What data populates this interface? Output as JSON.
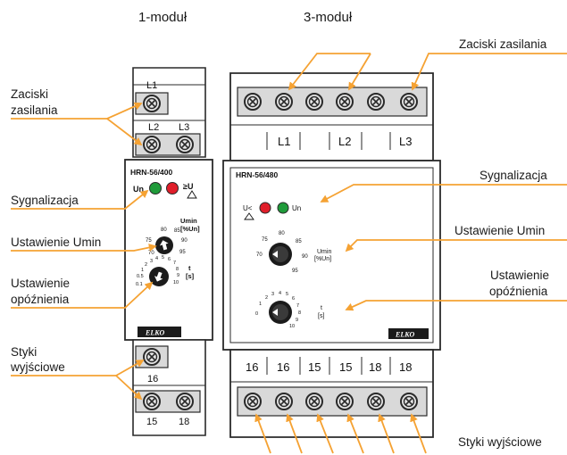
{
  "headings": {
    "module1": "1-moduł",
    "module3": "3-moduł"
  },
  "callouts": {
    "supply_left_1": "Zaciski",
    "supply_left_2": "zasilania",
    "signal_left": "Sygnalizacja",
    "umin_left": "Ustawienie Umin",
    "delay_left_1": "Ustawienie",
    "delay_left_2": "opóźnienia",
    "output_left_1": "Styki",
    "output_left_2": "wyjściowe",
    "supply_right": "Zaciski zasilania",
    "signal_right": "Sygnalizacja",
    "umin_right": "Ustawienie Umin",
    "delay_right_1": "Ustawienie",
    "delay_right_2": "opóźnienia",
    "output_right": "Styki wyjściowe"
  },
  "device1": {
    "model": "HRN-56/400",
    "terminal_top": "L1",
    "terminal_mid_1": "L2",
    "terminal_mid_2": "L3",
    "led_un": "Un",
    "led_u": "≥U",
    "umin_title_1": "Umin",
    "umin_title_2": "[%Un]",
    "umin_scale": [
      "75",
      "80",
      "85",
      "90",
      "95",
      "70"
    ],
    "delay_title_1": "t",
    "delay_title_2": "[s]",
    "delay_scale": [
      "2",
      "3",
      "4",
      "5",
      "6",
      "7",
      "8",
      "9",
      "10",
      "1",
      "0.5",
      "0.1"
    ],
    "brand": "ELKO",
    "terminal_out_top": "16",
    "terminal_out_1": "15",
    "terminal_out_2": "18"
  },
  "device3": {
    "model": "HRN-56/480",
    "terminals_top": [
      "L1",
      "L2",
      "L3"
    ],
    "led_u": "U<",
    "led_un": "Un",
    "umin_label_1": "Umin",
    "umin_label_2": "[%Un]",
    "umin_scale": [
      "80",
      "75",
      "85",
      "70",
      "90",
      "95"
    ],
    "delay_label_1": "t",
    "delay_label_2": "[s]",
    "delay_scale": [
      "2",
      "3",
      "4",
      "5",
      "1",
      "6",
      "0",
      "7",
      "8",
      "9",
      "10"
    ],
    "brand": "ELKO",
    "terminals_bottom": [
      "16",
      "16",
      "15",
      "15",
      "18",
      "18"
    ]
  },
  "colors": {
    "arrow": "#f5a233",
    "led_green": "#1f9b3a",
    "led_red": "#e01e2a",
    "outline": "#2a2a2a"
  }
}
